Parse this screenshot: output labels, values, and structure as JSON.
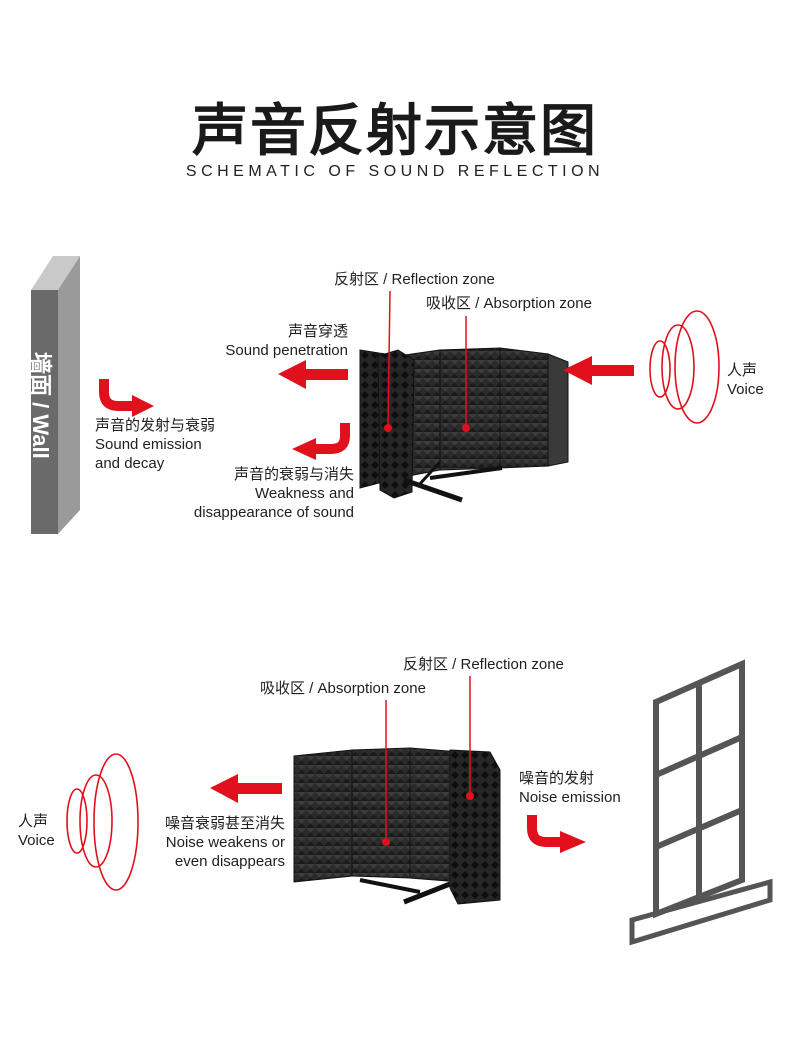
{
  "header": {
    "title": "声音反射示意图",
    "subtitle": "SCHEMATIC OF SOUND REFLECTION"
  },
  "diagram1": {
    "wall_label": "墙面 / Wall",
    "reflection_zone": "反射区 / Reflection zone",
    "absorption_zone": "吸收区 / Absorption zone",
    "penetration": {
      "cn": "声音穿透",
      "en": "Sound penetration"
    },
    "emission_decay": {
      "cn": "声音的发射与衰弱",
      "en_1": "Sound emission",
      "en_2": "and decay"
    },
    "weakness": {
      "cn": "声音的衰弱与消失",
      "en_1": "Weakness and",
      "en_2": "disappearance of sound"
    },
    "voice": {
      "cn": "人声",
      "en": "Voice"
    }
  },
  "diagram2": {
    "reflection_zone": "反射区 / Reflection zone",
    "absorption_zone": "吸收区 / Absorption zone",
    "voice": {
      "cn": "人声",
      "en": "Voice"
    },
    "noise_weakens": {
      "cn": "噪音衰弱甚至消失",
      "en_1": "Noise weakens or",
      "en_2": "even disappears"
    },
    "noise_emission": {
      "cn": "噪音的发射",
      "en": "Noise emission"
    }
  },
  "colors": {
    "accent_red": "#e0101c",
    "wall_gray": "#6a6a6a",
    "panel": "#2a2a2a"
  }
}
